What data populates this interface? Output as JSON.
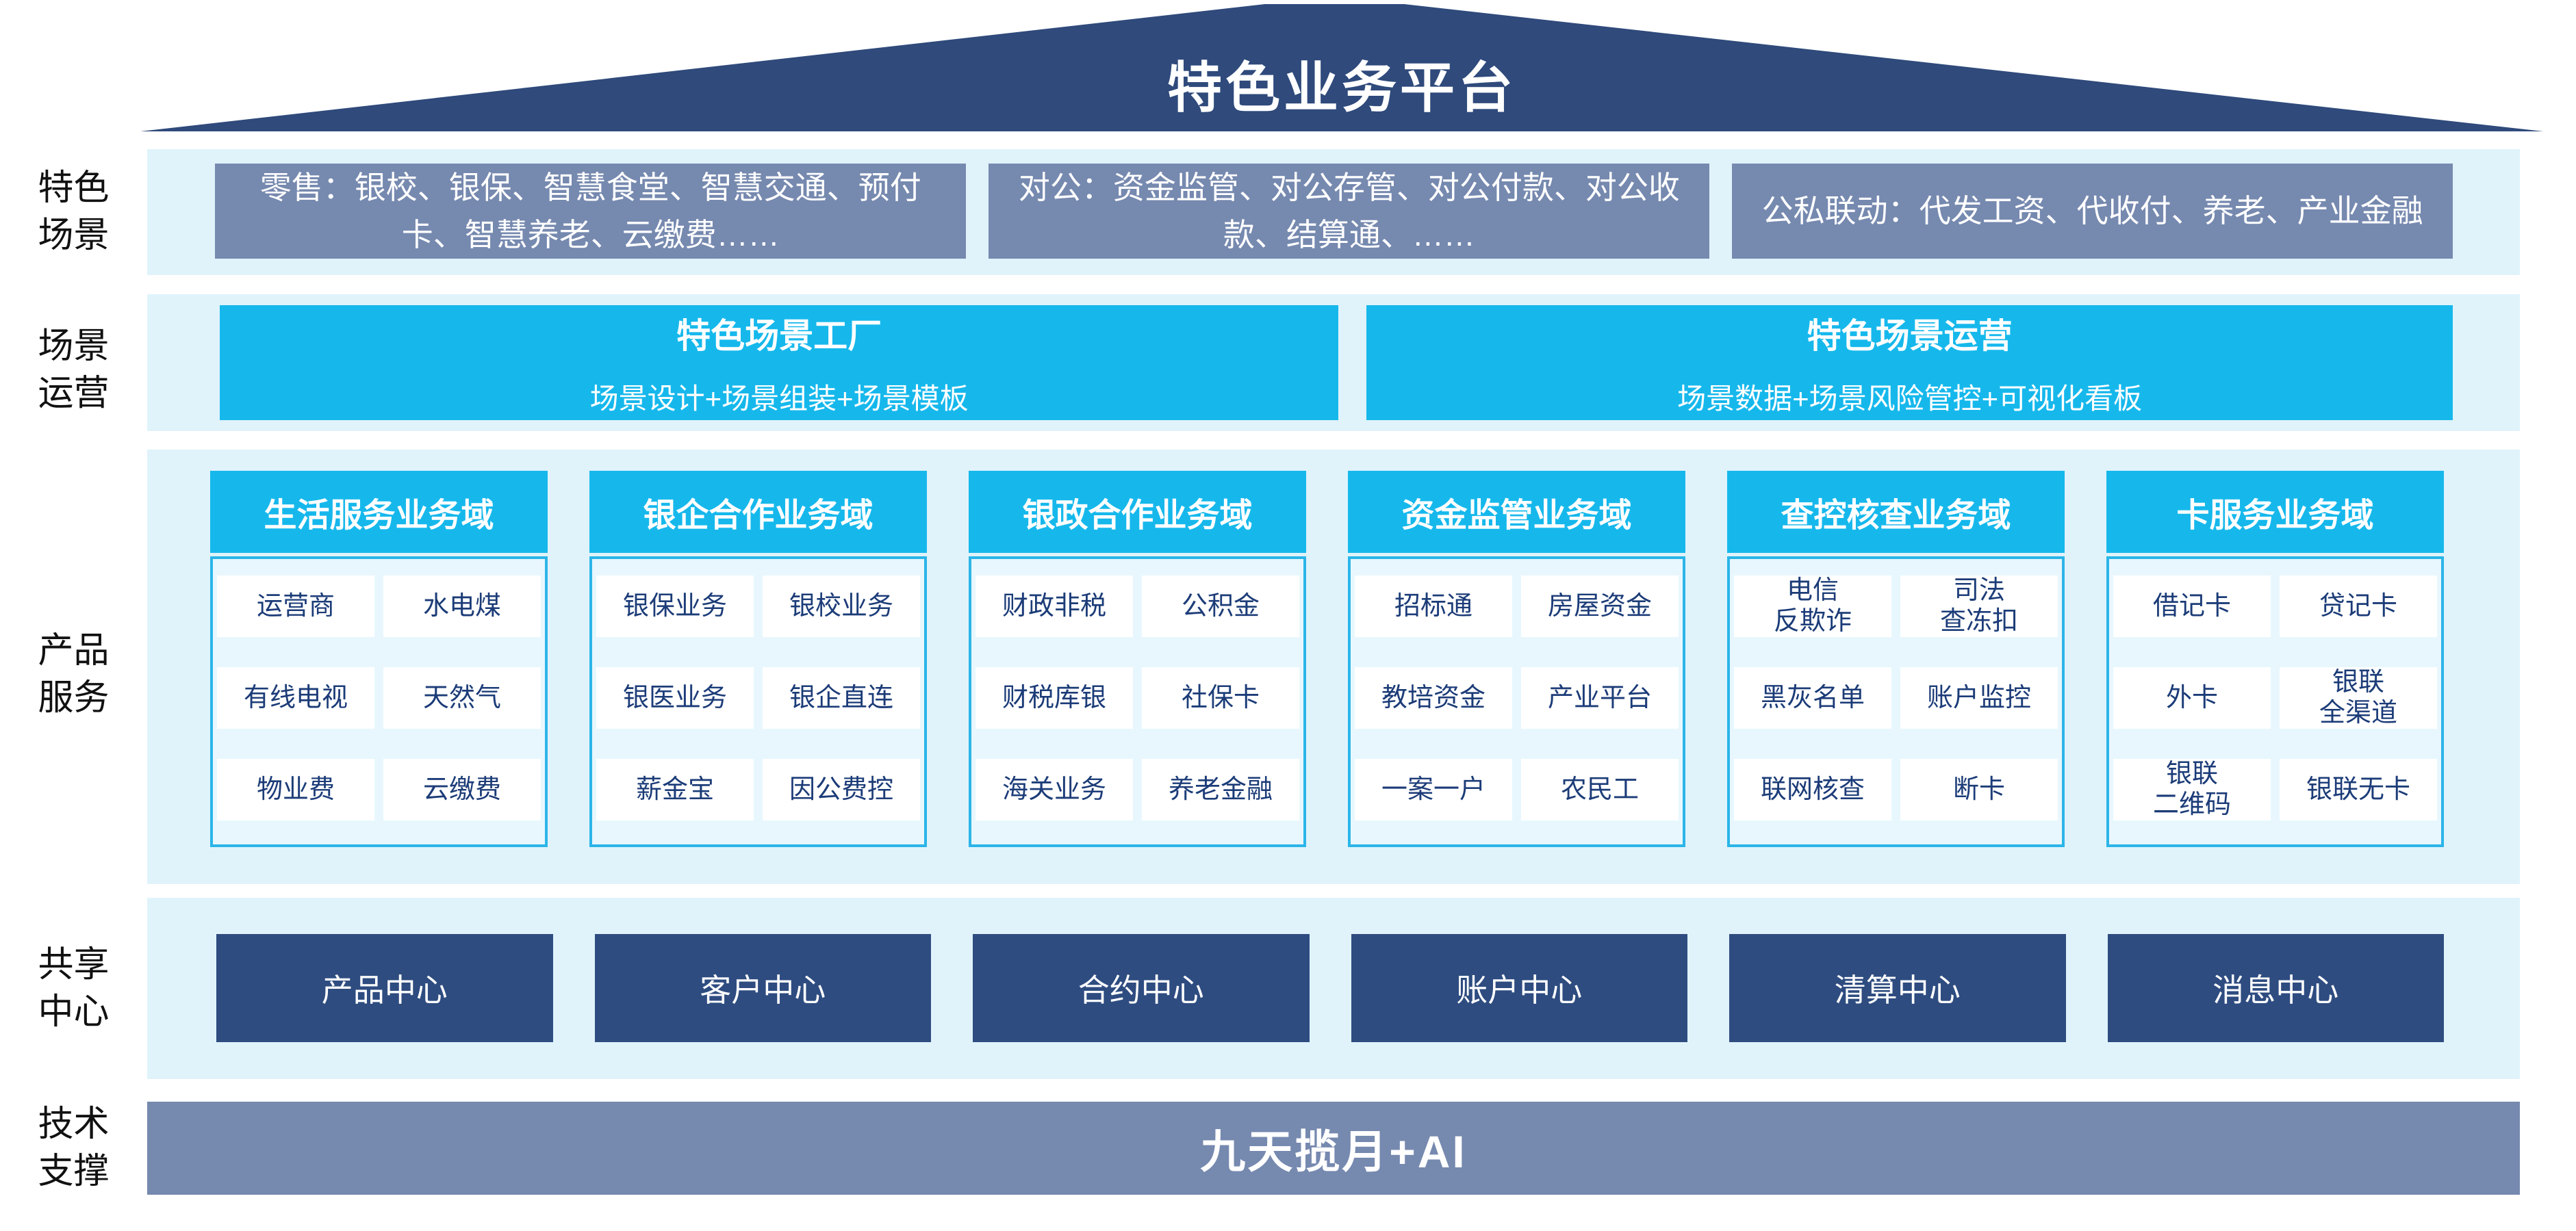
{
  "roof": {
    "title": "特色业务平台"
  },
  "colors": {
    "roof_navy": "#2F4A7B",
    "center_navy": "#2E4C80",
    "slate_gray": "#7689AF",
    "cyan": "#16B8EC",
    "band_bg": "#E0F3FB",
    "panel_bg": "#E8F7FE",
    "panel_border": "#2BB5E8",
    "cell_text": "#1C3C78"
  },
  "rows": {
    "scenes": {
      "label": "特色\n场景",
      "boxes": [
        "零售：银校、银保、智慧食堂、智慧交通、预付卡、智慧养老、云缴费……",
        "对公：资金监管、对公存管、对公付款、对公收款、结算通、……",
        "公私联动：代发工资、代收付、养老、产业金融"
      ]
    },
    "operation": {
      "label": "场景\n运营",
      "boxes": [
        {
          "title": "特色场景工厂",
          "subtitle": "场景设计+场景组装+场景模板"
        },
        {
          "title": "特色场景运营",
          "subtitle": "场景数据+场景风险管控+可视化看板"
        }
      ]
    },
    "products": {
      "label": "产品\n服务",
      "columns": [
        {
          "header": "生活服务业务域",
          "cells": [
            "运营商",
            "水电煤",
            "有线电视",
            "天然气",
            "物业费",
            "云缴费"
          ]
        },
        {
          "header": "银企合作业务域",
          "cells": [
            "银保业务",
            "银校业务",
            "银医业务",
            "银企直连",
            "薪金宝",
            "因公费控"
          ]
        },
        {
          "header": "银政合作业务域",
          "cells": [
            "财政非税",
            "公积金",
            "财税库银",
            "社保卡",
            "海关业务",
            "养老金融"
          ]
        },
        {
          "header": "资金监管业务域",
          "cells": [
            "招标通",
            "房屋资金",
            "教培资金",
            "产业平台",
            "一案一户",
            "农民工"
          ]
        },
        {
          "header": "查控核查业务域",
          "cells": [
            "电信\n反欺诈",
            "司法\n查冻扣",
            "黑灰名单",
            "账户监控",
            "联网核查",
            "断卡"
          ]
        },
        {
          "header": "卡服务业务域",
          "cells": [
            "借记卡",
            "贷记卡",
            "外卡",
            "银联\n全渠道",
            "银联\n二维码",
            "银联无卡"
          ]
        }
      ]
    },
    "shared": {
      "label": "共享\n中心",
      "centers": [
        "产品中心",
        "客户中心",
        "合约中心",
        "账户中心",
        "清算中心",
        "消息中心"
      ]
    },
    "tech": {
      "label": "技术\n支撑",
      "bar": "九天揽月+AI"
    }
  }
}
